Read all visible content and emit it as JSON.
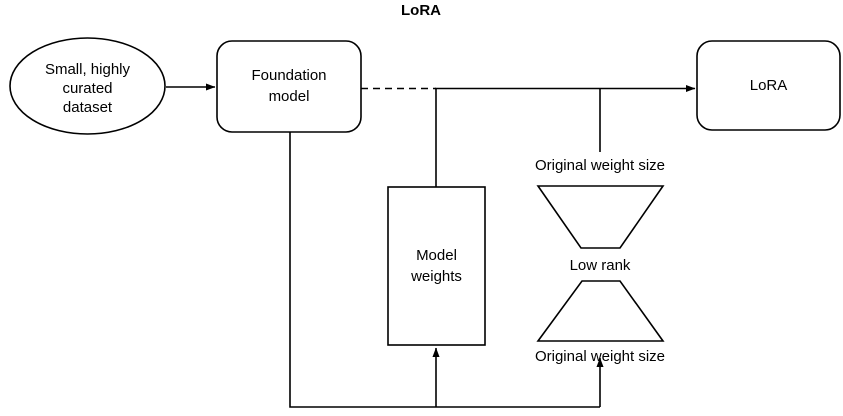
{
  "diagram": {
    "title": "LoRA",
    "nodes": {
      "dataset": {
        "label_line1": "Small, highly",
        "label_line2": "curated",
        "label_line3": "dataset",
        "shape": "ellipse"
      },
      "foundation_model": {
        "label_line1": "Foundation",
        "label_line2": "model",
        "shape": "rounded-rectangle"
      },
      "lora": {
        "label": "LoRA",
        "shape": "rounded-rectangle"
      },
      "model_weights": {
        "label_line1": "Model",
        "label_line2": "weights",
        "shape": "rectangle"
      },
      "top_trapezoid": {
        "shape": "trapezoid-down"
      },
      "bottom_trapezoid": {
        "shape": "trapezoid-up"
      }
    },
    "labels": {
      "original_weight_size_top": "Original weight size",
      "low_rank": "Low rank",
      "original_weight_size_bottom": "Original weight size"
    },
    "colors": {
      "stroke": "#000000",
      "fill": "#ffffff",
      "text": "#000000"
    }
  }
}
